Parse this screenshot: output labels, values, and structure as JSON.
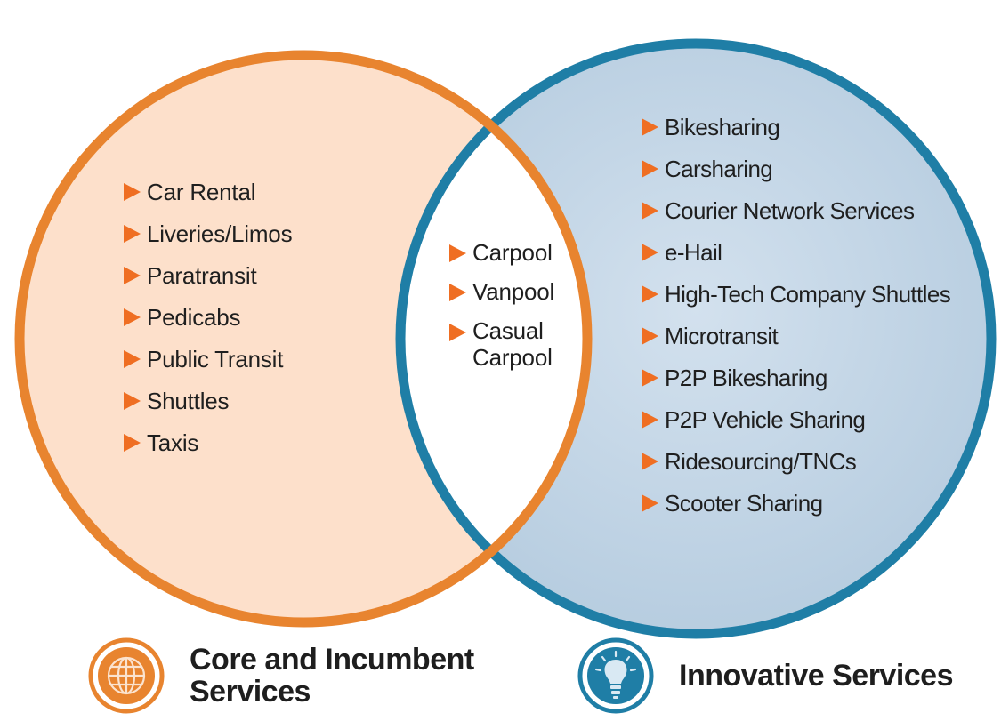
{
  "colors": {
    "core_fill": "#fde0cb",
    "core_stroke": "#e8842f",
    "innovative_fill": "#c4d6e6",
    "innovative_stroke": "#1f7ea6",
    "overlap_fill": "#ffffff",
    "bullet": "#ef6e22",
    "text": "#1f1f1f"
  },
  "core_services": {
    "items": [
      "Car Rental",
      "Liveries/Limos",
      "Paratransit",
      "Pedicabs",
      "Public Transit",
      "Shuttles",
      "Taxis"
    ]
  },
  "shared_services": {
    "items": [
      "Carpool",
      "Vanpool",
      "Casual Carpool"
    ]
  },
  "innovative_services": {
    "items": [
      "Bikesharing",
      "Carsharing",
      "Courier Network Services",
      "e-Hail",
      "High-Tech Company Shuttles",
      "Microtransit",
      "P2P Bikesharing",
      "P2P Vehicle Sharing",
      "Ridesourcing/TNCs",
      "Scooter Sharing"
    ]
  },
  "legend": {
    "core": {
      "label": "Core and Incumbent Services",
      "icon": "globe-icon"
    },
    "innovative": {
      "label": "Innovative Services",
      "icon": "lightbulb-icon"
    }
  }
}
